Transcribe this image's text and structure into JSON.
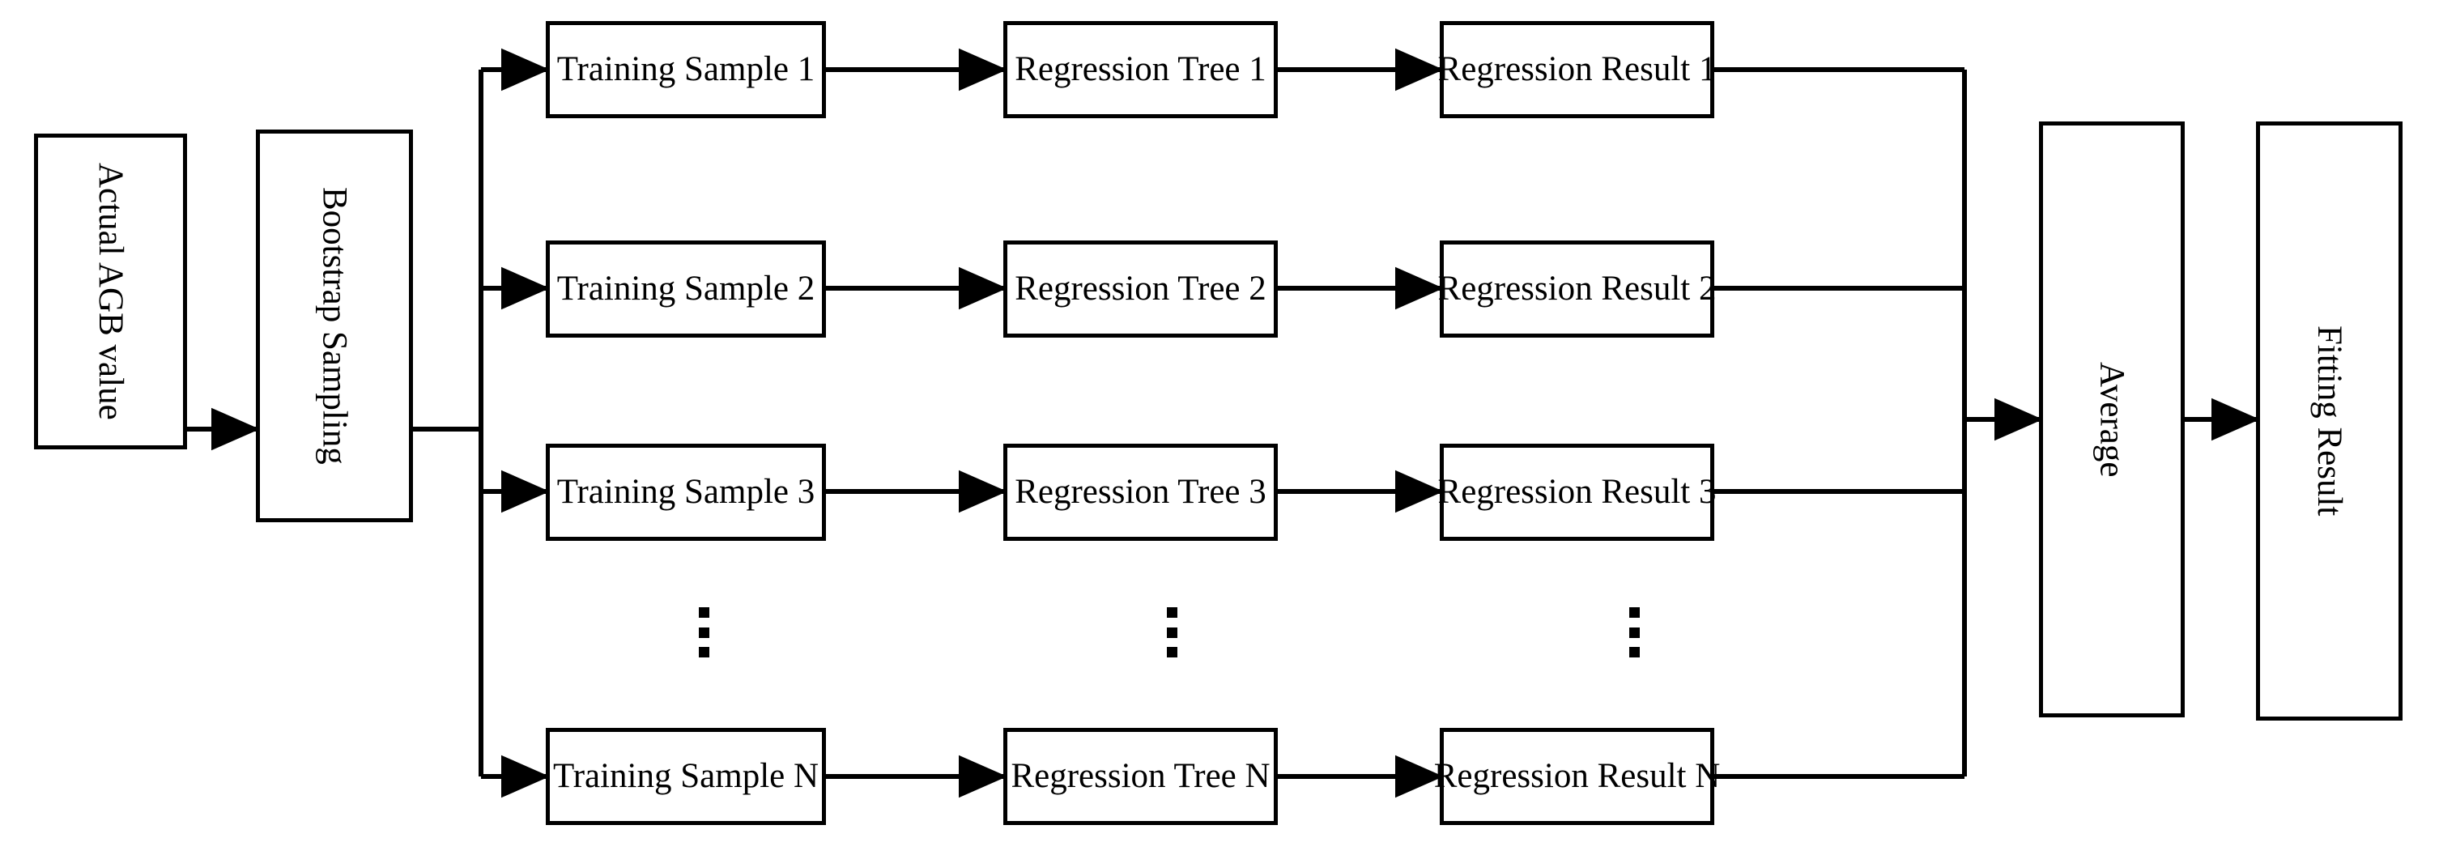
{
  "diagram": {
    "title": "Random Forest Regression Flowchart",
    "colors": {
      "stroke": "#000000",
      "fill": "#ffffff",
      "text": "#000000"
    },
    "input_node": {
      "label": "Actual AGB value",
      "orientation": "vertical"
    },
    "sampling_node": {
      "label": "Bootstrap Sampling",
      "orientation": "vertical"
    },
    "average_node": {
      "label": "Average",
      "orientation": "vertical"
    },
    "output_node": {
      "label": "Fitting Result",
      "orientation": "vertical"
    },
    "columns": [
      {
        "key": "sample",
        "header": "Training Sample"
      },
      {
        "key": "tree",
        "header": "Regression Tree"
      },
      {
        "key": "result",
        "header": "Regression Result"
      }
    ],
    "rows": [
      {
        "index": "1",
        "sample": "Training Sample 1",
        "tree": "Regression Tree 1",
        "result": "Regression Result 1"
      },
      {
        "index": "2",
        "sample": "Training Sample 2",
        "tree": "Regression Tree 2",
        "result": "Regression Result 2"
      },
      {
        "index": "3",
        "sample": "Training Sample 3",
        "tree": "Regression Tree 3",
        "result": "Regression Result 3"
      },
      {
        "index": "N",
        "sample": "Training Sample N",
        "tree": "Regression Tree N",
        "result": "Regression Result N"
      }
    ],
    "ellipses": [
      {
        "column": "sample",
        "glyph": "vertical-ellipsis"
      },
      {
        "column": "tree",
        "glyph": "vertical-ellipsis"
      },
      {
        "column": "result",
        "glyph": "vertical-ellipsis"
      }
    ]
  }
}
